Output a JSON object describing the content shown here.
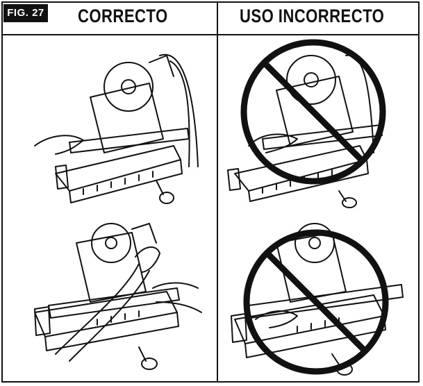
{
  "figure": {
    "label": "FIG. 27",
    "headers": {
      "correct": "CORRECTO",
      "incorrect": "USO INCORRECTO"
    },
    "panels": [
      {
        "id": "correct-top",
        "icon": "miter-saw-illustration",
        "prohibited": false
      },
      {
        "id": "incorrect-top",
        "icon": "miter-saw-illustration",
        "prohibited": true
      },
      {
        "id": "correct-bottom",
        "icon": "miter-saw-illustration",
        "prohibited": false
      },
      {
        "id": "incorrect-bottom",
        "icon": "miter-saw-illustration",
        "prohibited": true
      }
    ],
    "colors": {
      "ink": "#111111",
      "paper": "#ffffff"
    }
  }
}
